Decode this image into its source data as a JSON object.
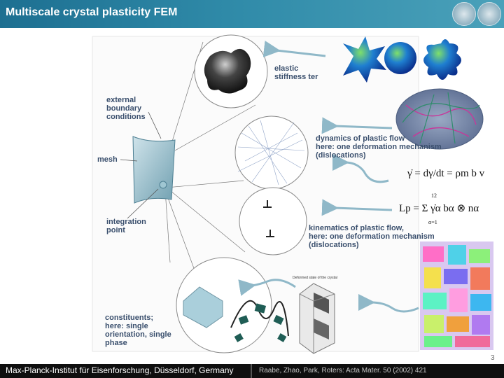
{
  "header": {
    "title": "Multiscale crystal plasticity FEM"
  },
  "labels": {
    "external": "external\nboundary\nconditions",
    "mesh": "mesh",
    "integration": "integration\npoint",
    "constituents": "constituents;\nhere: single\norientation, single\nphase",
    "elastic": "elastic\nstiffness ter",
    "dynamics": "dynamics of plastic flow\nhere: one deformation mechanism\n(dislocations)",
    "kinematics": "kinematics of plastic flow,\nhere: one deformation mechanism\n(dislocations)"
  },
  "equations": {
    "eq1": "γ̇ = dγ/dt = ρm b v",
    "eq2_sum_top": "12",
    "eq2_sum_bottom": "α=1",
    "eq2": "Lp = Σ γ̇α bα ⊗ nα"
  },
  "inset": {
    "caption": "Deformed state of the crystal"
  },
  "footer": {
    "institute": "Max-Planck-Institut für Eisenforschung, Düsseldorf, Germany",
    "citation": "Raabe, Zhao, Park, Roters: Acta Mater. 50 (2002) 421",
    "page": "3"
  },
  "colors": {
    "header": "#2f8aa8",
    "label": "#3a4f6d",
    "arrow": "#8fb8c8",
    "footer": "#0f0f0f"
  }
}
